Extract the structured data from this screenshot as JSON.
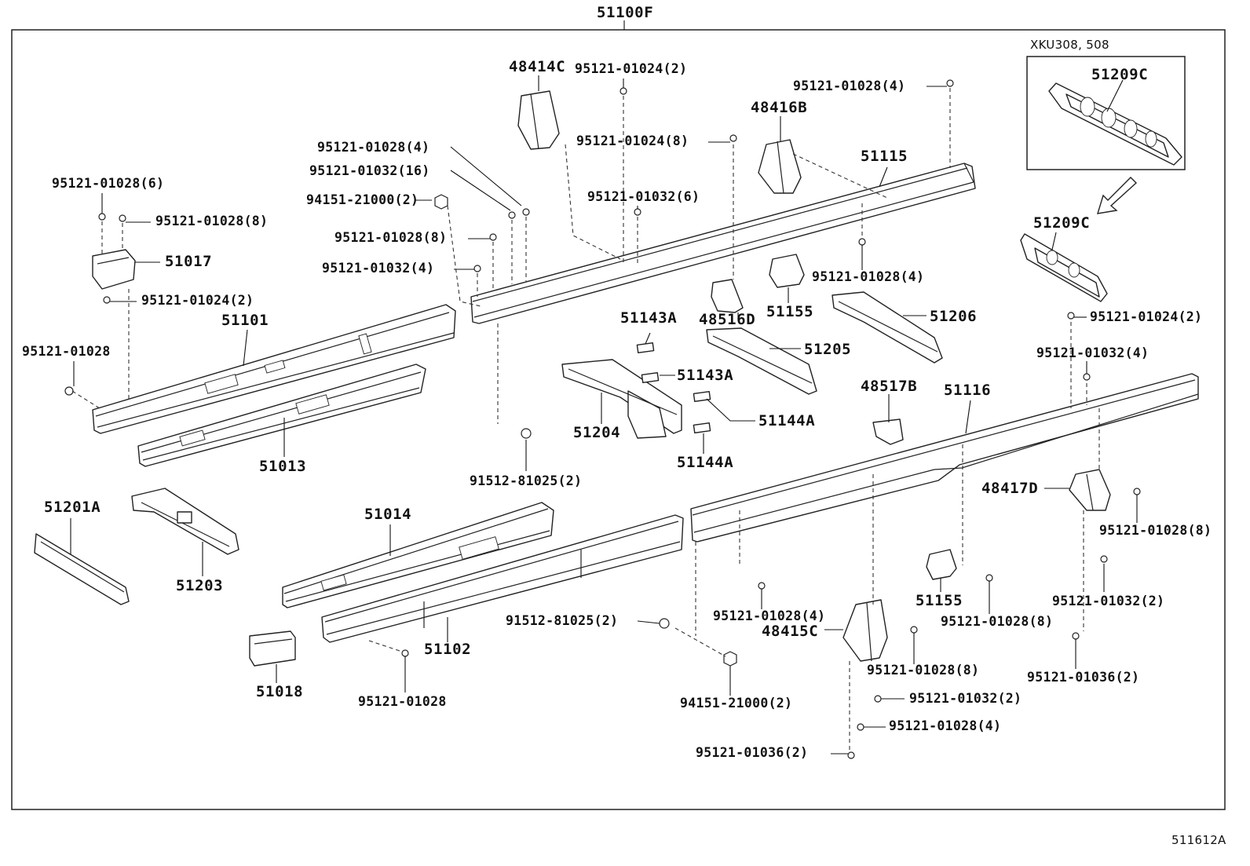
{
  "diagram": {
    "title": "51100F",
    "figure_code": "511612A",
    "inset": {
      "model_note": "XKU308, 508",
      "part": "51209C"
    },
    "labels": {
      "l_48414C": "48414C",
      "l_95121_01024_2_top": "95121-01024(2)",
      "l_95121_01028_4_topright": "95121-01028(4)",
      "l_48416B": "48416B",
      "l_51115": "51115",
      "l_95121_01024_8": "95121-01024(8)",
      "l_95121_01028_4_upper": "95121-01028(4)",
      "l_95121_01032_16": "95121-01032(16)",
      "l_95121_01028_6": "95121-01028(6)",
      "l_94151_21000_2_left": "94151-21000(2)",
      "l_95121_01032_6": "95121-01032(6)",
      "l_95121_01028_8_left": "95121-01028(8)",
      "l_95121_01028_8_mid": "95121-01028(8)",
      "l_51017": "51017",
      "l_95121_01032_4_left": "95121-01032(4)",
      "l_95121_01028_4_mid": "95121-01028(4)",
      "l_51155_top": "51155",
      "l_48516D": "48516D",
      "l_95121_01024_2_left": "95121-01024(2)",
      "l_51101": "51101",
      "l_51206": "51206",
      "l_51143A_1": "51143A",
      "l_95121_01024_2_right": "95121-01024(2)",
      "l_51209C_main": "51209C",
      "l_95121_01028_single1": "95121-01028",
      "l_51205": "51205",
      "l_95121_01032_4_right": "95121-01032(4)",
      "l_51143A_2": "51143A",
      "l_48517B": "48517B",
      "l_51116": "51116",
      "l_51144A_1": "51144A",
      "l_51204": "51204",
      "l_51144A_2": "51144A",
      "l_51013": "51013",
      "l_91512_81025_2_top": "91512-81025(2)",
      "l_48417D": "48417D",
      "l_51201A": "51201A",
      "l_51014": "51014",
      "l_95121_01028_8_right": "95121-01028(8)",
      "l_51203": "51203",
      "l_51155_bottom": "51155",
      "l_95121_01032_2_right": "95121-01032(2)",
      "l_95121_01028_4_lower": "95121-01028(4)",
      "l_91512_81025_2_bottom": "91512-81025(2)",
      "l_95121_01028_8_lower": "95121-01028(8)",
      "l_48415C": "48415C",
      "l_51102": "51102",
      "l_51018": "51018",
      "l_95121_01028_8_bottom": "95121-01028(8)",
      "l_95121_01036_2_right": "95121-01036(2)",
      "l_95121_01032_2_bottom": "95121-01032(2)",
      "l_95121_01028_single2": "95121-01028",
      "l_94151_21000_2_bottom": "94151-21000(2)",
      "l_95121_01028_4_bottom": "95121-01028(4)",
      "l_95121_01036_2_bottom": "95121-01036(2)"
    }
  }
}
